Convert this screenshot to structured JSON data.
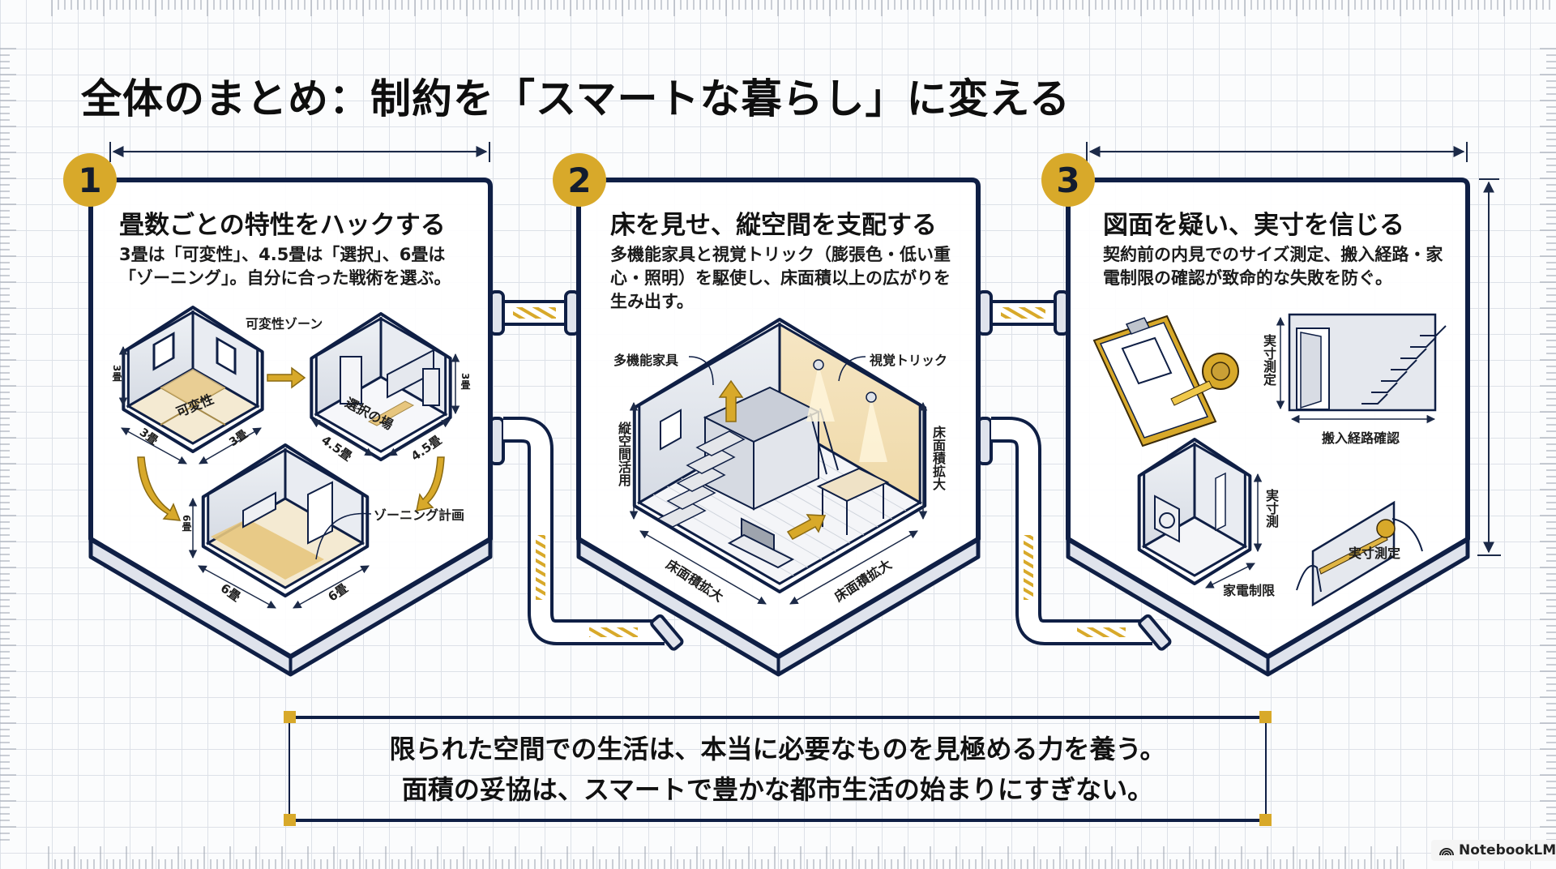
{
  "title": "全体のまとめ：制約を「スマートな暮らし」に変える",
  "colors": {
    "navy": "#0f1f45",
    "gold": "#d8a92a",
    "wall": "#dfe3eb",
    "floor_tan": "#e8c98a",
    "grid": "#dde1e8"
  },
  "panels": [
    {
      "number": "1",
      "title": "畳数ごとの特性をハックする",
      "description": "3畳は「可変性」、4.5畳は「選択」、6畳は「ゾーニング」。自分に合った戦術を選ぶ。",
      "labels": {
        "zone": "可変性ゾーン",
        "room3_floor": "可変性",
        "room3_w": "3畳",
        "room3_d": "3畳",
        "room3_h": "3畳",
        "room45_floor": "選択の場",
        "room45_w": "4.5畳",
        "room45_d": "4.5畳",
        "room45_h": "3畳",
        "room6_zoning": "ゾーニング計画",
        "room6_w": "6畳",
        "room6_d": "6畳",
        "room6_h": "6畳"
      }
    },
    {
      "number": "2",
      "title": "床を見せ、縦空間を支配する",
      "description": "多機能家具と視覚トリック（膨張色・低い重心・照明）を駆使し、床面積以上の広がりを生み出す。",
      "labels": {
        "furniture": "多機能家具",
        "visual": "視覚トリック",
        "vertical_left": "縦空間活用",
        "vertical_right": "床面積拡大",
        "floor_left": "床面積拡大",
        "floor_right": "床面積拡大"
      }
    },
    {
      "number": "3",
      "title": "図面を疑い、実寸を信じる",
      "description": "契約前の内見でのサイズ測定、搬入経路・家電制限の確認が致命的な失敗を防ぐ。",
      "labels": {
        "measure_v": "実寸測定",
        "route": "搬入経路確認",
        "measure_v2": "実寸測",
        "appliance": "家電制限",
        "measure_hand": "実寸測定"
      }
    }
  ],
  "summary": {
    "line1": "限られた空間での生活は、本当に必要なものを見極める力を養う。",
    "line2": "面積の妥協は、スマートで豊かな都市生活の始まりにすぎない。"
  },
  "brand": {
    "icon": "notebooklm-logo-icon",
    "label": "NotebookLM"
  }
}
